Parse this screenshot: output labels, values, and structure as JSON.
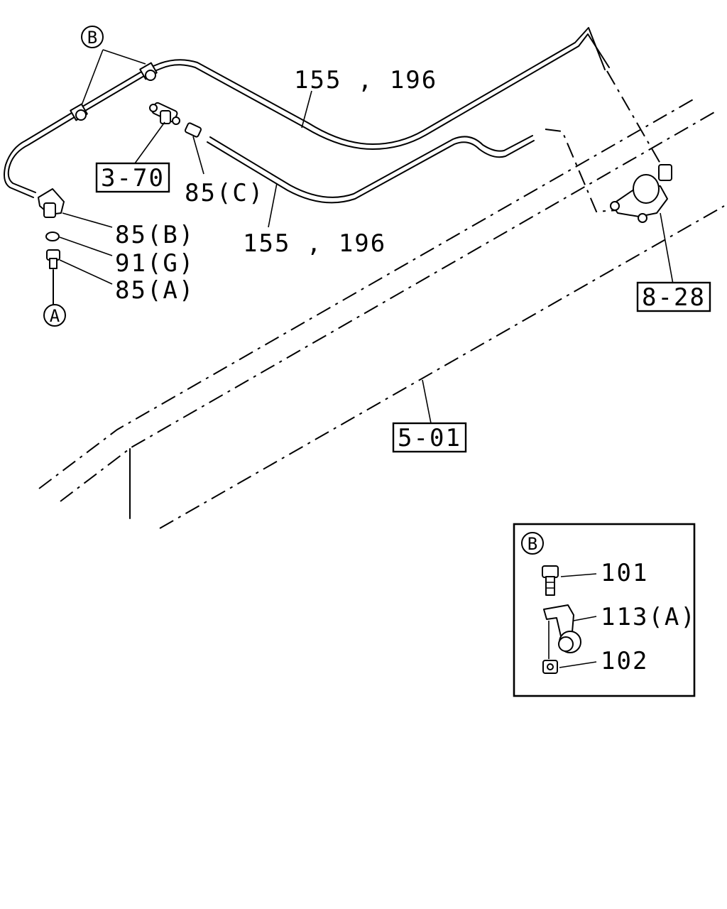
{
  "callouts": {
    "pipe_upper": "155 , 196",
    "pipe_lower": "155 , 196",
    "fitting_c": "85(C)",
    "fitting_b": "85(B)",
    "gasket_g": "91(G)",
    "bolt_a": "85(A)",
    "ref_circle_b_top": "B",
    "ref_circle_a": "A"
  },
  "ref_boxes": {
    "tee_ref": "3-70",
    "valve_ref": "8-28",
    "frame_ref": "5-01"
  },
  "detail_b": {
    "header": "B",
    "bolt": "101",
    "clip": "113(A)",
    "nut": "102"
  }
}
